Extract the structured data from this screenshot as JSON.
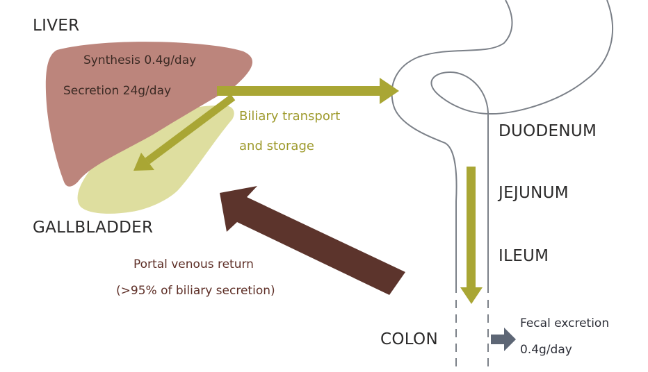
{
  "labels": {
    "liver": "LIVER",
    "gallbladder": "GALLBLADDER",
    "duodenum": "DUODENUM",
    "jejunum": "JEJUNUM",
    "ileum": "ILEUM",
    "colon": "COLON"
  },
  "liver_text": {
    "synthesis": "Synthesis 0.4g/day",
    "secretion": "Secretion 24g/day"
  },
  "biliary": {
    "line1": "Biliary transport",
    "line2": "and storage"
  },
  "portal": {
    "line1": "Portal venous return",
    "line2": "(>95% of biliary secretion)"
  },
  "fecal": {
    "line1": "Fecal excretion",
    "line2": "0.4g/day"
  },
  "colors": {
    "liver": "#bc857c",
    "gallbladder": "#dede9f",
    "olive_arrow": "#a9a634",
    "brown_arrow": "#5c342c",
    "fecal_arrow": "#5d6675",
    "intestine_outline": "#7b8088"
  }
}
